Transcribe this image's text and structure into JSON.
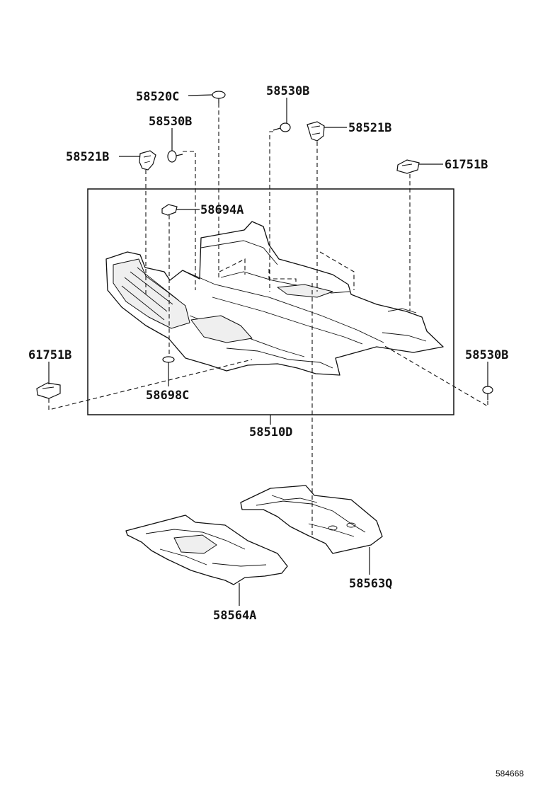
{
  "parts": {
    "p58520C": "58520C",
    "p58530B_left": "58530B",
    "p58530B_top": "58530B",
    "p58521B_right": "58521B",
    "p58521B_left": "58521B",
    "p61751B_right": "61751B",
    "p58694A": "58694A",
    "p61751B_left": "61751B",
    "p58530B_right": "58530B",
    "p58698C": "58698C",
    "p58510D": "58510D",
    "p58563Q": "58563Q",
    "p58564A": "58564A"
  },
  "diagram_id": "584668"
}
